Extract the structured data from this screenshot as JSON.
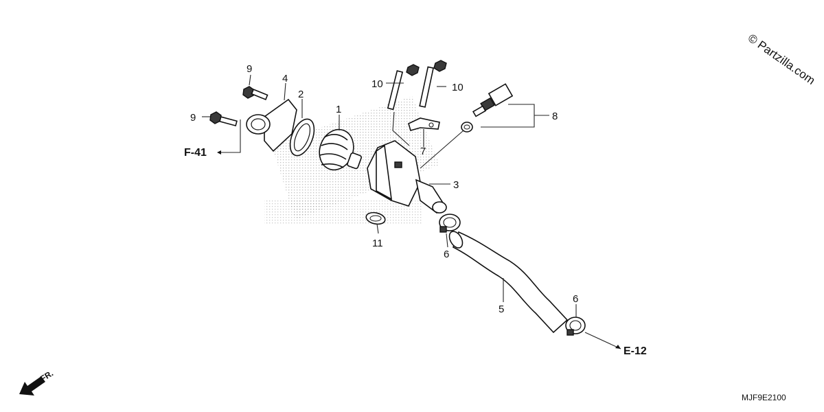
{
  "copyright": "© Partzilla.com",
  "diagram_code": "MJF9E2100",
  "front_label": "FR.",
  "references": {
    "f41": "F-41",
    "e12": "E-12"
  },
  "callouts": {
    "p1": "1",
    "p2": "2",
    "p3": "3",
    "p4": "4",
    "p5": "5",
    "p6a": "6",
    "p6b": "6",
    "p7": "7",
    "p8": "8",
    "p9a": "9",
    "p9b": "9",
    "p10a": "10",
    "p10b": "10",
    "p11": "11"
  }
}
